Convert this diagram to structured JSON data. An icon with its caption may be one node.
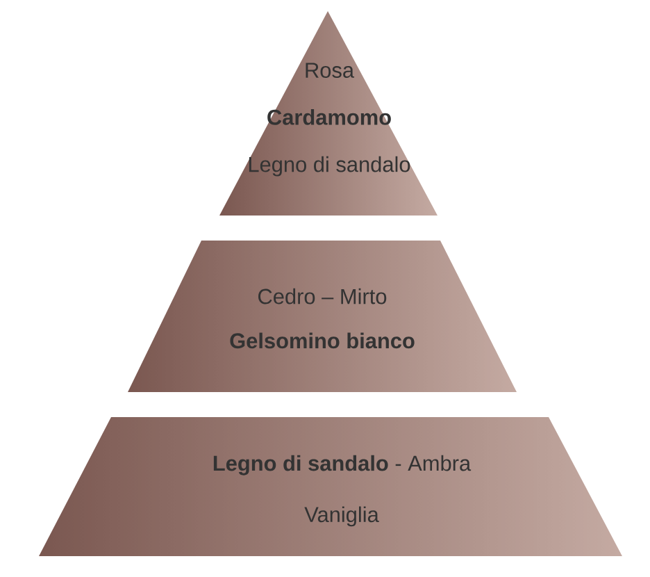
{
  "diagram": {
    "nodes": [
      {
        "text": [
          "Rosa",
          "Cardamomo",
          "Legno di sandalo"
        ]
      },
      {
        "text": [
          "Cedro – Mirto",
          "Gelsomino bianco"
        ]
      },
      {
        "text": [
          "**Legno di sandalo** - Ambra",
          "Vaniglia"
        ]
      }
    ]
  }
}
